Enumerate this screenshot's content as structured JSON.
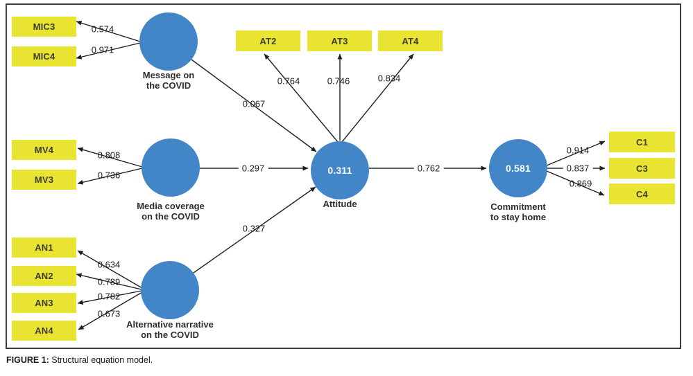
{
  "caption": {
    "label": "FIGURE 1:",
    "text": " Structural equation model."
  },
  "colors": {
    "indicator_fill": "#e9e431",
    "latent_fill": "#4286c8",
    "line": "#1f1f1f"
  },
  "latent": {
    "message": {
      "line1": "Message on",
      "line2": "the COVID"
    },
    "media": {
      "line1": "Media coverage",
      "line2": "on the COVID"
    },
    "alternative": {
      "line1": "Alternative narrative",
      "line2": "on the COVID"
    },
    "attitude": {
      "label": "Attitude",
      "value": "0.311"
    },
    "commitment": {
      "line1": "Commitment",
      "line2": "to stay home",
      "value": "0.581"
    }
  },
  "indicators": {
    "mic3": {
      "label": "MIC3",
      "loading": "0.574"
    },
    "mic4": {
      "label": "MIC4",
      "loading": "0.971"
    },
    "mv4": {
      "label": "MV4",
      "loading": "0.808"
    },
    "mv3": {
      "label": "MV3",
      "loading": "0.736"
    },
    "an1": {
      "label": "AN1",
      "loading": "0.634"
    },
    "an2": {
      "label": "AN2",
      "loading": "0.789"
    },
    "an3": {
      "label": "AN3",
      "loading": "0.782"
    },
    "an4": {
      "label": "AN4",
      "loading": "0.673"
    },
    "at2": {
      "label": "AT2",
      "loading": "0.764"
    },
    "at3": {
      "label": "AT3",
      "loading": "0.746"
    },
    "at4": {
      "label": "AT4",
      "loading": "0.834"
    },
    "c1": {
      "label": "C1",
      "loading": "0.914"
    },
    "c3": {
      "label": "C3",
      "loading": "0.837"
    },
    "c4": {
      "label": "C4",
      "loading": "0.869"
    }
  },
  "paths": {
    "message_attitude": "0.067",
    "media_attitude": "0.297",
    "alternative_attitude": "0.327",
    "attitude_commitment": "0.762"
  }
}
